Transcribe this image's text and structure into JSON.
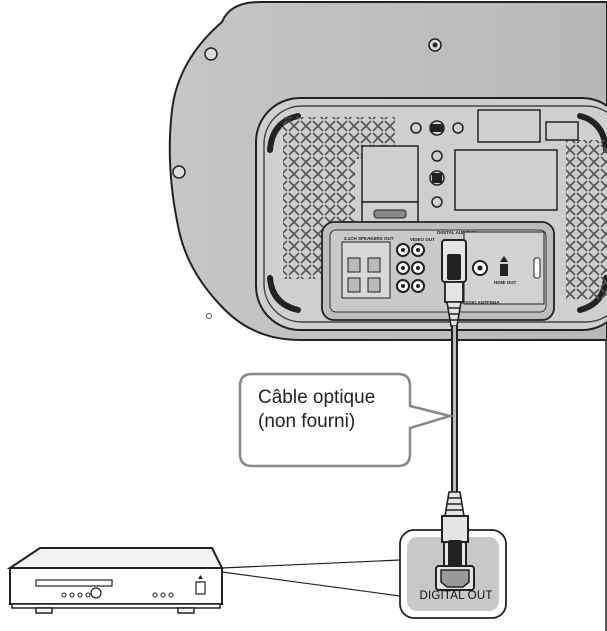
{
  "receiver_panel": {
    "speaker_out_label": "2.1CH SPEAKERS OUT",
    "video_out_label": "VIDEO OUT",
    "digital_in_label": "DIGITAL AUDIO IN",
    "hdmi_out_label": "HDMI OUT",
    "radio_antenna_label": "RADIO ANTENNA"
  },
  "callout": {
    "line1": "Câble optique",
    "line2": "(non fourni)"
  },
  "source_device": {
    "jack_label": "DIGITAL OUT"
  },
  "colors": {
    "outline": "#222222",
    "enclosure_fill": "#bdbdbd",
    "enclosure_shade": "#d4d4d4",
    "plug_fill": "#e5e5e5",
    "jack_zoom_bg": "#c8c8c8"
  }
}
